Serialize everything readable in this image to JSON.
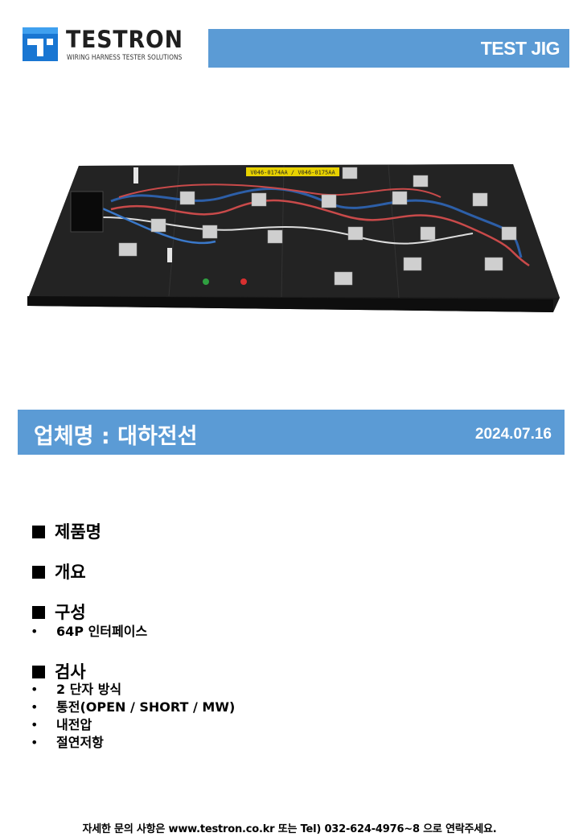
{
  "header": {
    "logo_name": "TESTRON",
    "logo_tagline": "WIRING HARNESS TESTER SOLUTIONS",
    "banner_title": "TEST JIG"
  },
  "photo": {
    "label": "V046-0174AA / V046-0175AA",
    "icon": "test-jig-board-photo"
  },
  "company_bar": {
    "company": "업체명 : 대하전선",
    "date": "2024.07.16"
  },
  "sections": [
    {
      "title": "제품명",
      "items": []
    },
    {
      "title": "개요",
      "items": []
    },
    {
      "title": "구성",
      "items": [
        "64P 인터페이스"
      ]
    },
    {
      "title": "검사",
      "items": [
        "2 단자 방식",
        "통전(OPEN / SHORT / MW)",
        "내전압",
        "절연저항"
      ]
    }
  ],
  "footer": {
    "text": "자세한 문의 사항은 www.testron.co.kr 또는 Tel) 032-624-4976~8 으로 연락주세요."
  },
  "colors": {
    "banner": "#5b9bd5",
    "logo_blue": "#1976d2"
  }
}
